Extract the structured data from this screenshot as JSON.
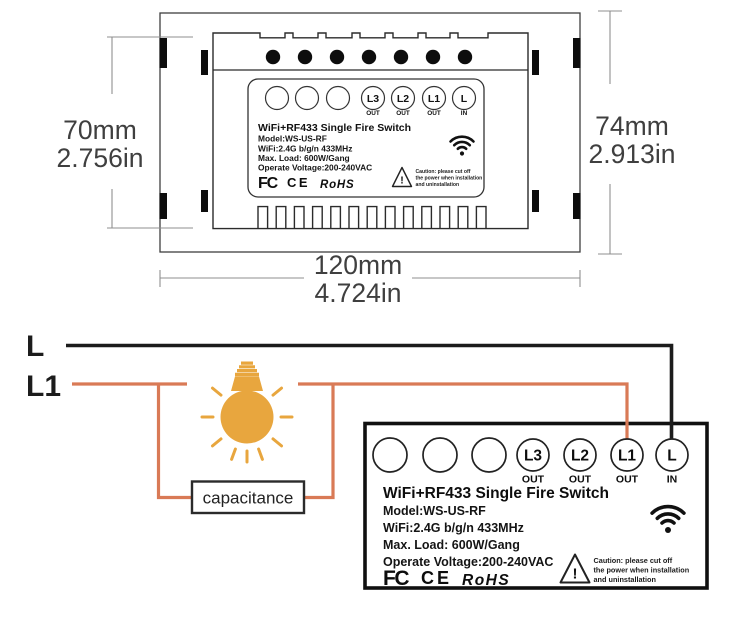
{
  "top_view": {
    "dimensions": {
      "left_mm": "70mm",
      "left_in": "2.756in",
      "right_mm": "74mm",
      "right_in": "2.913in",
      "bottom_mm": "120mm",
      "bottom_in": "4.724in"
    }
  },
  "label": {
    "title": "WiFi+RF433 Single Fire Switch",
    "model": "Model:WS-US-RF",
    "wifi": "WiFi:2.4G b/g/n 433MHz",
    "load": "Max. Load: 600W/Gang",
    "voltage": "Operate Voltage:200-240VAC",
    "certs": {
      "fcc": "FC",
      "ce": "CE",
      "rohs": "RoHS"
    },
    "warning_mark": "!",
    "caution_lines": [
      "Caution: please cut off",
      "the power when installation",
      "and uninstallation"
    ],
    "terminals": [
      {
        "label": "L3",
        "sub": "OUT"
      },
      {
        "label": "L2",
        "sub": "OUT"
      },
      {
        "label": "L1",
        "sub": "OUT"
      },
      {
        "label": "L",
        "sub": "IN"
      }
    ]
  },
  "wiring": {
    "live_label": "L",
    "load_label": "L1",
    "capacitor_label": "capacitance",
    "colors": {
      "live_wire": "#1c1c1c",
      "load_wire": "#d97a56",
      "bulb": "#e8a63e"
    }
  }
}
